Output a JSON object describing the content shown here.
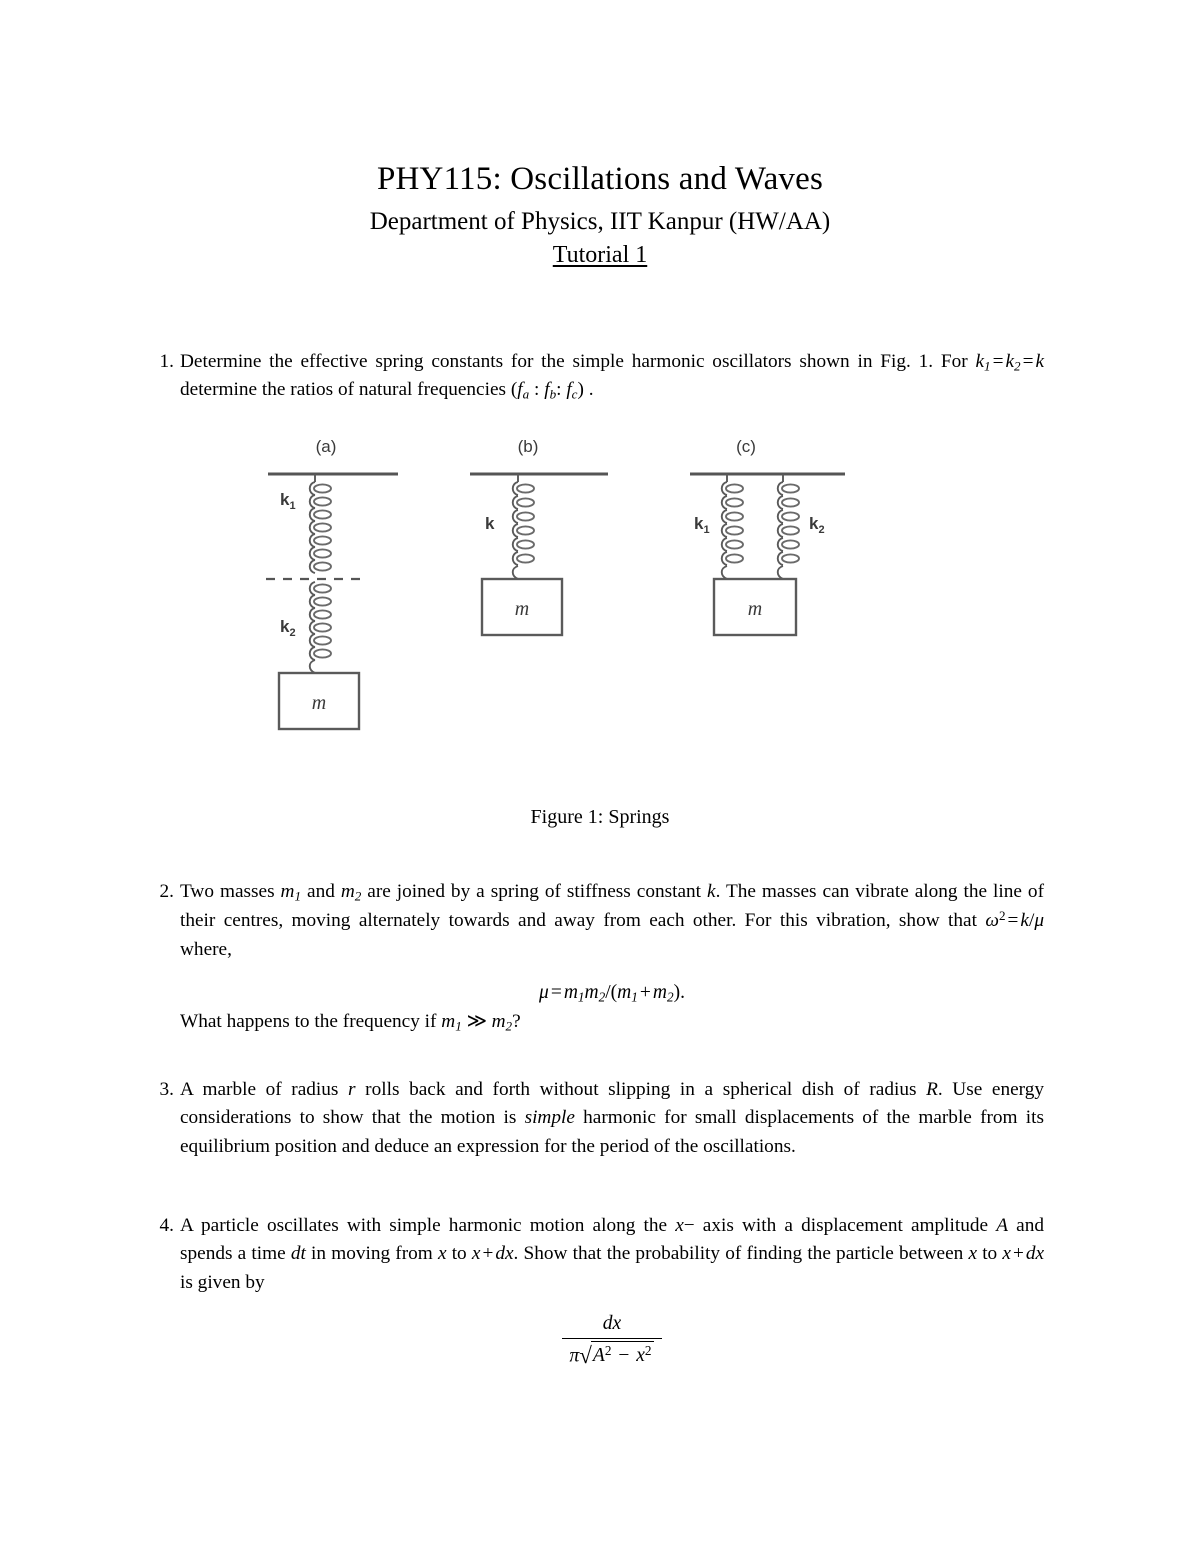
{
  "document": {
    "title": "PHY115: Oscillations and Waves",
    "subtitle": "Department of Physics, IIT Kanpur (HW/AA)",
    "tutorial": "Tutorial 1"
  },
  "problems": [
    {
      "number": "1.",
      "text_line1": "Determine the effective spring constants for the simple harmonic oscillators shown",
      "text_line2_prefix": "in Fig. 1. For ",
      "eq_inline": "k₁ = k₂ = k",
      "text_line2_mid": " determine the ratios of natural frequencies ",
      "ratio": "(fₐ : fᵇ: fₑ) ."
    },
    {
      "number": "2.",
      "para1_a": "Two masses ",
      "m1": "m₁",
      "para1_b": " and ",
      "m2": "m₂",
      "para1_c": " are joined by a spring of stiffness constant ",
      "k": "k",
      "para1_d": ". The masses can vibrate along the line of their centres, moving alternately towards and away from each other. For this vibration, show that ",
      "omega_eq": "ω² = k/μ",
      "para1_e": " where,",
      "equation": "μ = m₁m₂/(m₁ + m₂).",
      "para2_a": "What happens to the frequency if ",
      "para2_eq": "m₁ ≫ m₂",
      "para2_b": "?"
    },
    {
      "number": "3.",
      "text": "A marble of radius r rolls back and forth without slipping in a spherical dish of radius R. Use energy considerations to show that the motion is simple harmonic for small displacements of the marble from its equilibrium position and deduce an expression for the period of the oscillations.",
      "var_r": "r",
      "var_R": "R",
      "emph": "simple",
      "seg1": "A marble of radius ",
      "seg2": " rolls back and forth without slipping in a spherical dish of radius ",
      "seg3": ". Use energy considerations to show that the motion is ",
      "seg4": " harmonic for small displacements of the marble from its equilibrium position and deduce an expression for the period of the oscillations."
    },
    {
      "number": "4.",
      "seg1": "A particle oscillates with simple harmonic motion along the ",
      "axis": "x−",
      "seg2": " axis with a displacement amplitude ",
      "var_A": "A",
      "seg3": " and spends a time ",
      "var_dt": "dt",
      "seg4": " in moving from ",
      "var_x": "x",
      "seg5": " to ",
      "var_xdx": "x + dx",
      "seg6": ". Show that the probability of finding the particle between ",
      "seg7": " to ",
      "seg8": " is given by",
      "fraction": {
        "numerator": "dx",
        "denominator": "π√(A² − x²)",
        "denom_pi": "π",
        "denom_radicand_A": "A",
        "denom_radicand_x": "x",
        "denom_sup": "2",
        "denom_minus": "−"
      }
    }
  ],
  "figure": {
    "caption": "Figure 1: Springs",
    "panels": [
      {
        "label": "(a)",
        "type": "series",
        "spring_labels": [
          "k₁",
          "k₂"
        ],
        "k1_label": "k",
        "k1_sub": "1",
        "k2_label": "k",
        "k2_sub": "2",
        "mass_label": "m",
        "dashed_divider": true
      },
      {
        "label": "(b)",
        "type": "single",
        "spring_labels": [
          "k"
        ],
        "k_label": "k",
        "mass_label": "m",
        "dashed_divider": false
      },
      {
        "label": "(c)",
        "type": "parallel",
        "spring_labels": [
          "k₁",
          "k₂"
        ],
        "k1_label": "k",
        "k1_sub": "1",
        "k2_label": "k",
        "k2_sub": "2",
        "mass_label": "m",
        "dashed_divider": false
      }
    ],
    "colors": {
      "line": "#555555",
      "spring": "#5a5a5a",
      "box": "#5a5a5a",
      "text": "#3a3a3a"
    }
  }
}
